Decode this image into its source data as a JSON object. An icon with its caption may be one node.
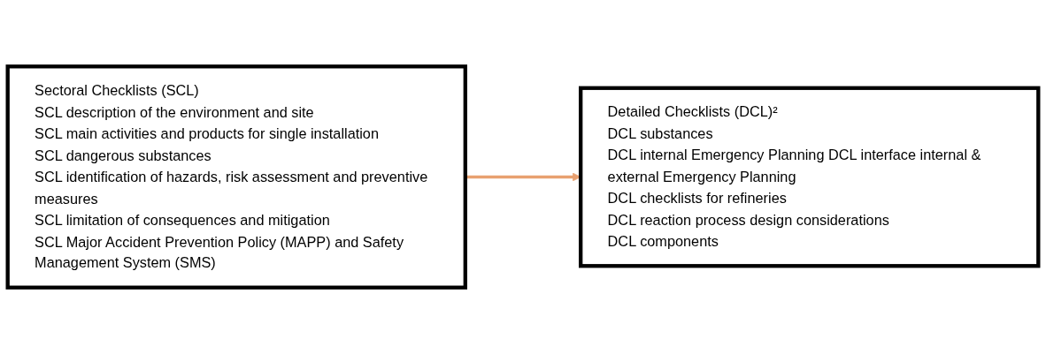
{
  "diagram": {
    "nodes": [
      {
        "text": [
          "Sectoral Checklists (SCL)",
          "SCL description of the environment and site",
          "SCL main activities and products for single installation",
          "SCL dangerous substances",
          "SCL identification of hazards, risk assessment and preventive measures",
          "SCL limitation of consequences and mitigation",
          "SCL Major Accident Prevention Policy (MAPP) and Safety Management System (SMS)"
        ]
      },
      {
        "text": [
          "Detailed Checklists (DCL)²",
          "DCL substances",
          "DCL internal Emergency Planning DCL interface internal & external Emergency Planning",
          "DCL checklists for refineries",
          "DCL reaction process design considerations",
          "DCL components"
        ]
      }
    ],
    "edges": [
      {
        "from": 0,
        "to": 1,
        "arrow": "to"
      }
    ]
  }
}
